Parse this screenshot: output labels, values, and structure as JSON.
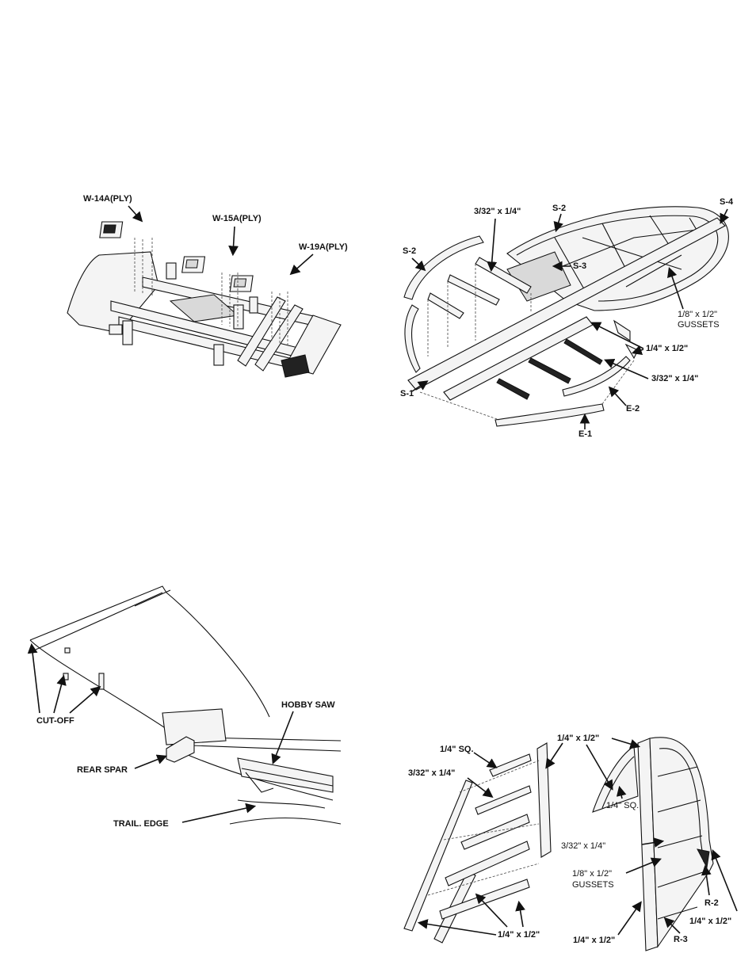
{
  "diagram1": {
    "labels": {
      "w14a": "W-14A(PLY)",
      "w15a": "W-15A(PLY)",
      "w19a": "W-19A(PLY)"
    }
  },
  "diagram2": {
    "labels": {
      "s2_top": "S-2",
      "s4": "S-4",
      "spar_top": "3/32\" x 1/4\"",
      "s2_left": "S-2",
      "s3": "S-3",
      "gussets_size": "1/8\" x 1/2\"",
      "gussets": "GUSSETS",
      "spar_quarter": "1/4\" x 1/2\"",
      "spar_right": "3/32\" x 1/4\"",
      "s1": "S-1",
      "e2": "E-2",
      "e1": "E-1"
    }
  },
  "diagram3": {
    "labels": {
      "hobby_saw": "HOBBY SAW",
      "cut_off": "CUT-OFF",
      "rear_spar": "REAR SPAR",
      "trail_edge": "TRAIL. EDGE"
    }
  },
  "diagram4": {
    "labels": {
      "sq_left": "1/4\" SQ.",
      "strip_left": "3/32\" x 1/4\"",
      "top_size": "1/4\" x 1/2\"",
      "sq_mid": "1/4\" SQ.",
      "strip_mid": "3/32\" x 1/4\"",
      "gussets_size": "1/8\" x 1/2\"",
      "gussets": "GUSSETS",
      "r2": "R-2",
      "bottom_left": "1/4\" x 1/2\"",
      "bottom_mid": "1/4\" x 1/2\"",
      "bottom_right": "1/4\" x 1/2\"",
      "r3": "R-3"
    }
  }
}
